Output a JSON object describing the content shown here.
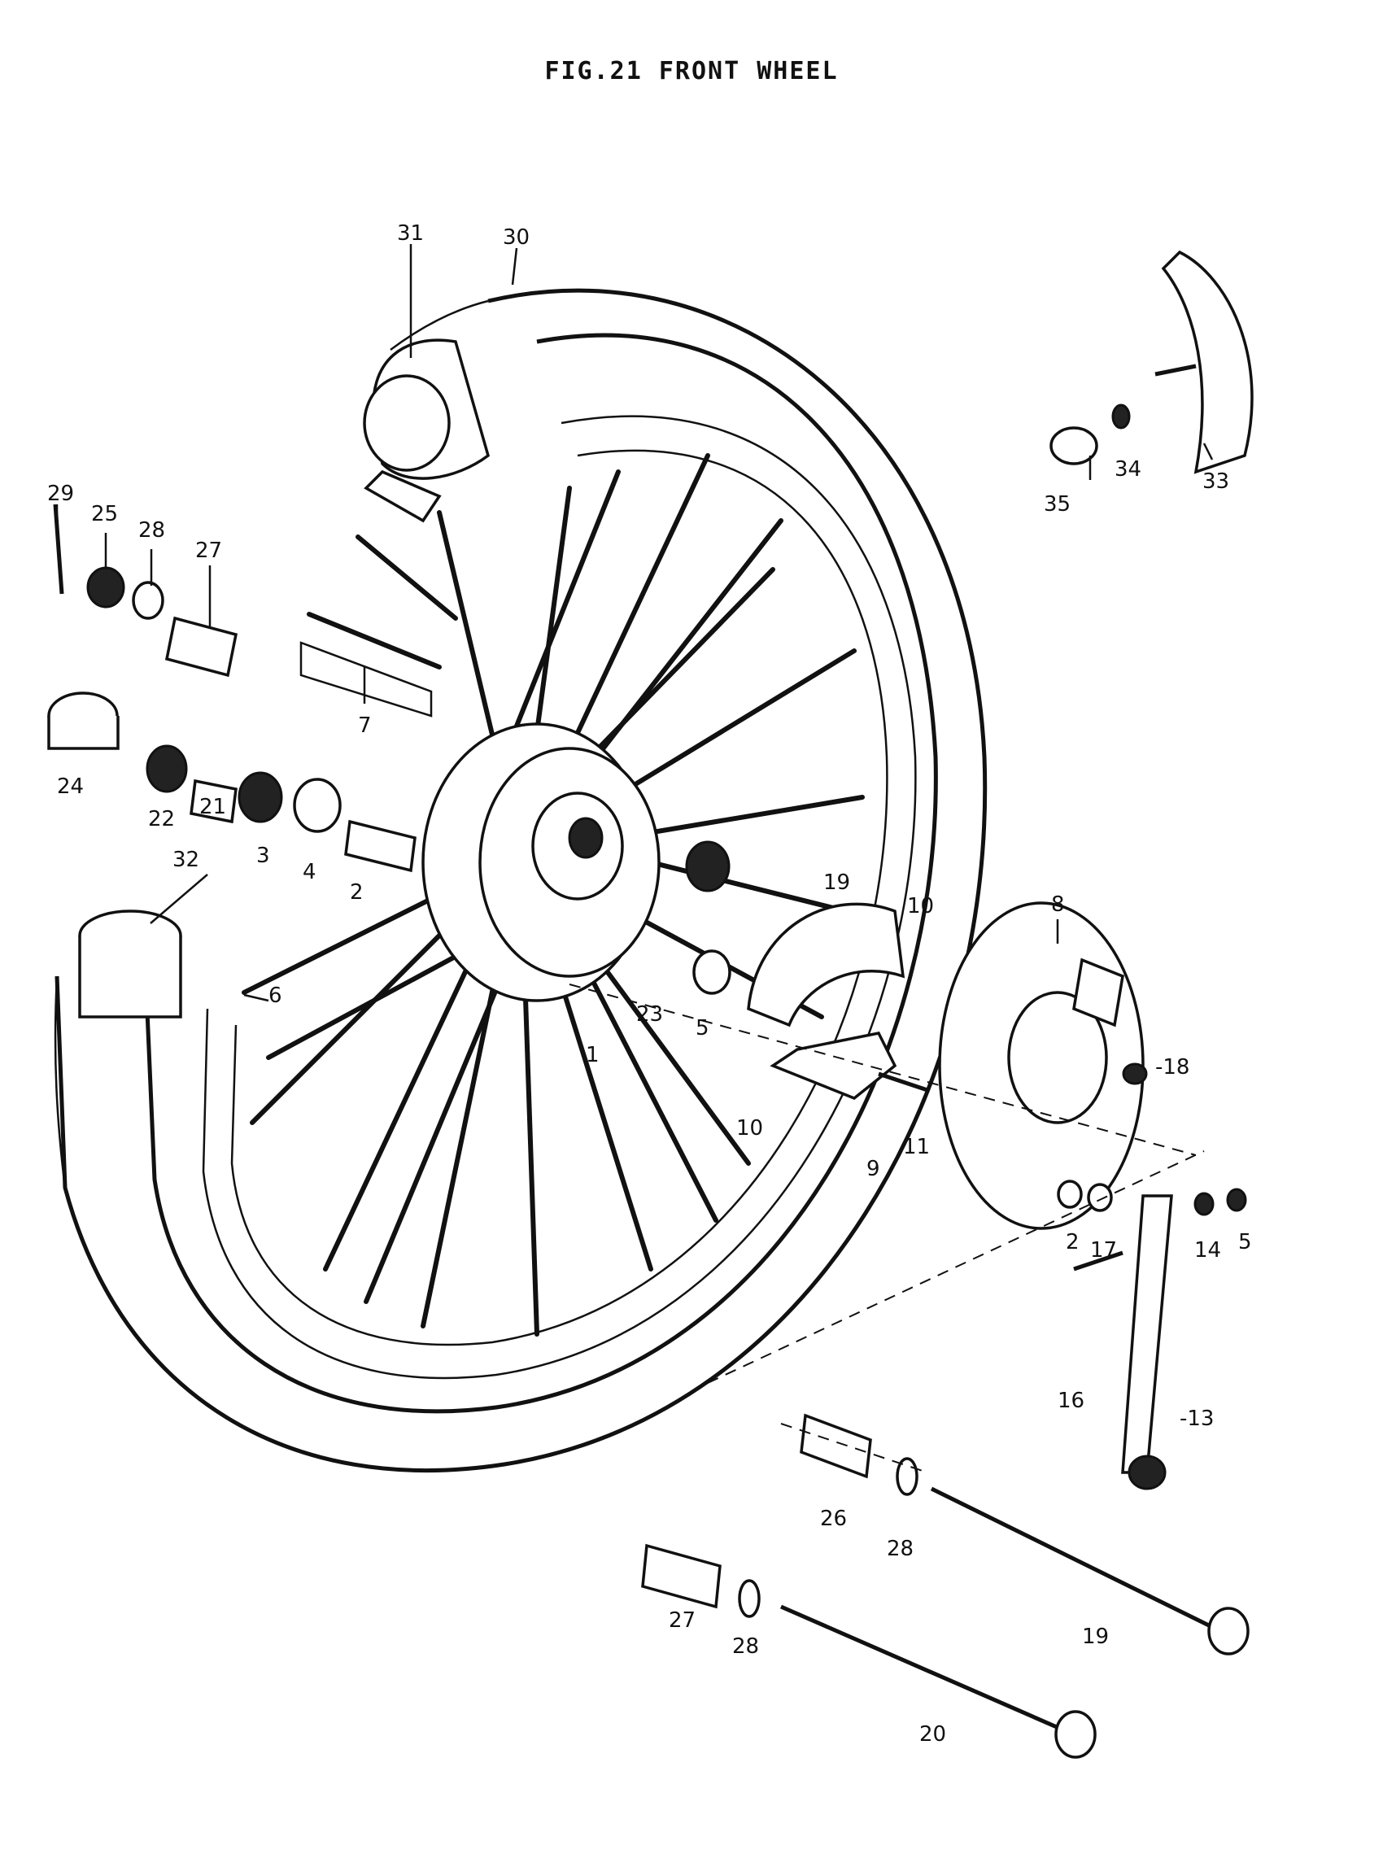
{
  "title": "FIG.21  FRONT WHEEL",
  "labels": [
    {
      "id": "31",
      "text": "31"
    },
    {
      "id": "30",
      "text": "30"
    },
    {
      "id": "33",
      "text": "33"
    },
    {
      "id": "34",
      "text": "34"
    },
    {
      "id": "35",
      "text": "35"
    },
    {
      "id": "29",
      "text": "29"
    },
    {
      "id": "25",
      "text": "25"
    },
    {
      "id": "28a",
      "text": "28"
    },
    {
      "id": "27a",
      "text": "27"
    },
    {
      "id": "7",
      "text": "7"
    },
    {
      "id": "24",
      "text": "24"
    },
    {
      "id": "22",
      "text": "22"
    },
    {
      "id": "21",
      "text": "21"
    },
    {
      "id": "3",
      "text": "3"
    },
    {
      "id": "4",
      "text": "4"
    },
    {
      "id": "2a",
      "text": "2"
    },
    {
      "id": "32",
      "text": "32"
    },
    {
      "id": "6",
      "text": "6"
    },
    {
      "id": "19a",
      "text": "19"
    },
    {
      "id": "10a",
      "text": "10"
    },
    {
      "id": "8",
      "text": "8"
    },
    {
      "id": "23",
      "text": "23"
    },
    {
      "id": "5a",
      "text": "5"
    },
    {
      "id": "18",
      "text": "-18"
    },
    {
      "id": "1",
      "text": "1"
    },
    {
      "id": "10b",
      "text": "10"
    },
    {
      "id": "11",
      "text": "11"
    },
    {
      "id": "9",
      "text": "9"
    },
    {
      "id": "2b",
      "text": "2"
    },
    {
      "id": "17",
      "text": "17"
    },
    {
      "id": "14",
      "text": "14"
    },
    {
      "id": "5b",
      "text": "5"
    },
    {
      "id": "16",
      "text": "16"
    },
    {
      "id": "13",
      "text": "-13"
    },
    {
      "id": "26",
      "text": "26"
    },
    {
      "id": "28b",
      "text": "28"
    },
    {
      "id": "19b",
      "text": "19"
    },
    {
      "id": "27b",
      "text": "27"
    },
    {
      "id": "28c",
      "text": "28"
    },
    {
      "id": "20",
      "text": "20"
    }
  ]
}
